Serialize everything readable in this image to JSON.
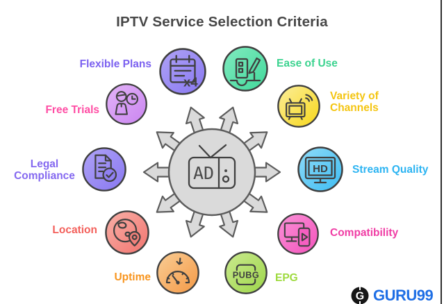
{
  "title": "IPTV Service Selection Criteria",
  "hub": {
    "icon": "ad-tv-icon",
    "tv_label": "AD",
    "circle_color": "#DADADA",
    "outline_color": "#5c5c5c",
    "arrow_count": 10
  },
  "nodes": [
    {
      "id": "flexible-plans",
      "label": "Flexible Plans",
      "icon": "calendar-x4-icon",
      "icon_text": "x4",
      "text_color": "#7B61F0",
      "circle_color": "#9080F2"
    },
    {
      "id": "ease-of-use",
      "label": "Ease of Use",
      "icon": "tablet-pencil-icon",
      "text_color": "#3BD38F",
      "circle_color": "#4EDCA2"
    },
    {
      "id": "free-trials",
      "label": "Free Trials",
      "icon": "person-clock-icon",
      "text_color": "#FF4DA4",
      "circle_color": "#CF8EF2"
    },
    {
      "id": "variety-of-channels",
      "label": "Variety of Channels",
      "icon": "tv-signal-icon",
      "text_color": "#F4C511",
      "circle_color": "#F8DC33"
    },
    {
      "id": "legal-compliance",
      "label": "Legal Compliance",
      "icon": "document-check-icon",
      "text_color": "#8468F0",
      "circle_color": "#9080F2"
    },
    {
      "id": "stream-quality",
      "label": "Stream Quality",
      "icon": "hd-monitor-icon",
      "icon_text": "HD",
      "text_color": "#2CB4F2",
      "circle_color": "#4EC3F4"
    },
    {
      "id": "location",
      "label": "Location",
      "icon": "globe-pin-icon",
      "text_color": "#F3605B",
      "circle_color": "#F3807A"
    },
    {
      "id": "compatibility",
      "label": "Compatibility",
      "icon": "devices-play-icon",
      "text_color": "#F03CA4",
      "circle_color": "#F55FC1"
    },
    {
      "id": "uptime",
      "label": "Uptime",
      "icon": "gauge-arrow-icon",
      "text_color": "#F8941D",
      "circle_color": "#F5A355"
    },
    {
      "id": "epg",
      "label": "EPG",
      "icon": "pubg-brackets-icon",
      "icon_text": "PUBG",
      "text_color": "#9EDA3E",
      "circle_color": "#A6DA57"
    }
  ],
  "footer": {
    "brand": "GURU99",
    "brand_color": "#1F6FE5",
    "logo_icon": "guru99-logo-icon",
    "logo_letter": "G"
  }
}
